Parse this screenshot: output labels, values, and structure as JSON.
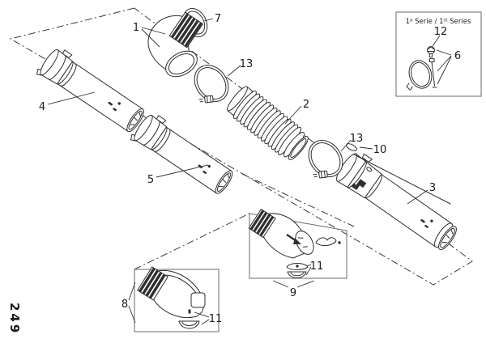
{
  "page": {
    "number": "249"
  },
  "series_box": {
    "title": "1ª Serie / 1st Series",
    "title_parts": {
      "n1": "1",
      "sup1": "a",
      "mid": " Serie / 1",
      "sup2": "st",
      "tail": " Series"
    }
  },
  "callouts": {
    "c1": "1",
    "c2": "2",
    "c3": "3",
    "c4": "4",
    "c5": "5",
    "c6": "6",
    "c7": "7",
    "c8": "8",
    "c9": "9",
    "c10": "10",
    "c11": "11",
    "c12": "12",
    "c13": "13"
  },
  "colors": {
    "line": "#2f2f2f",
    "box_border": "#6a6a6a",
    "background": "#ffffff"
  }
}
